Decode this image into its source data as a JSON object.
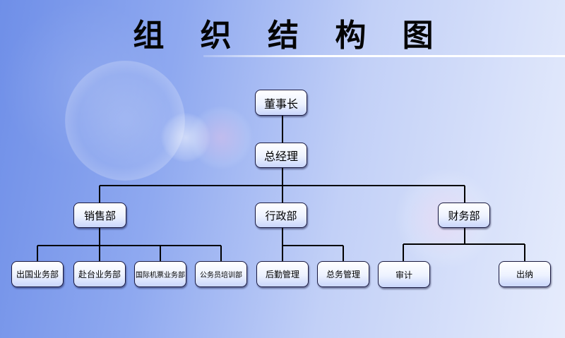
{
  "title": "组 织 结 构 图",
  "nodes": {
    "chairman": "董事长",
    "gm": "总经理",
    "sales": "销售部",
    "admin": "行政部",
    "finance": "财务部",
    "domestic": "出国业务部",
    "counter": "赴台业务部",
    "ticket": "国际机票业务部",
    "training": "公务员培训部",
    "logistics": "后勤管理",
    "general": "总务管理",
    "audit": "审计",
    "cashier": "出纳"
  }
}
